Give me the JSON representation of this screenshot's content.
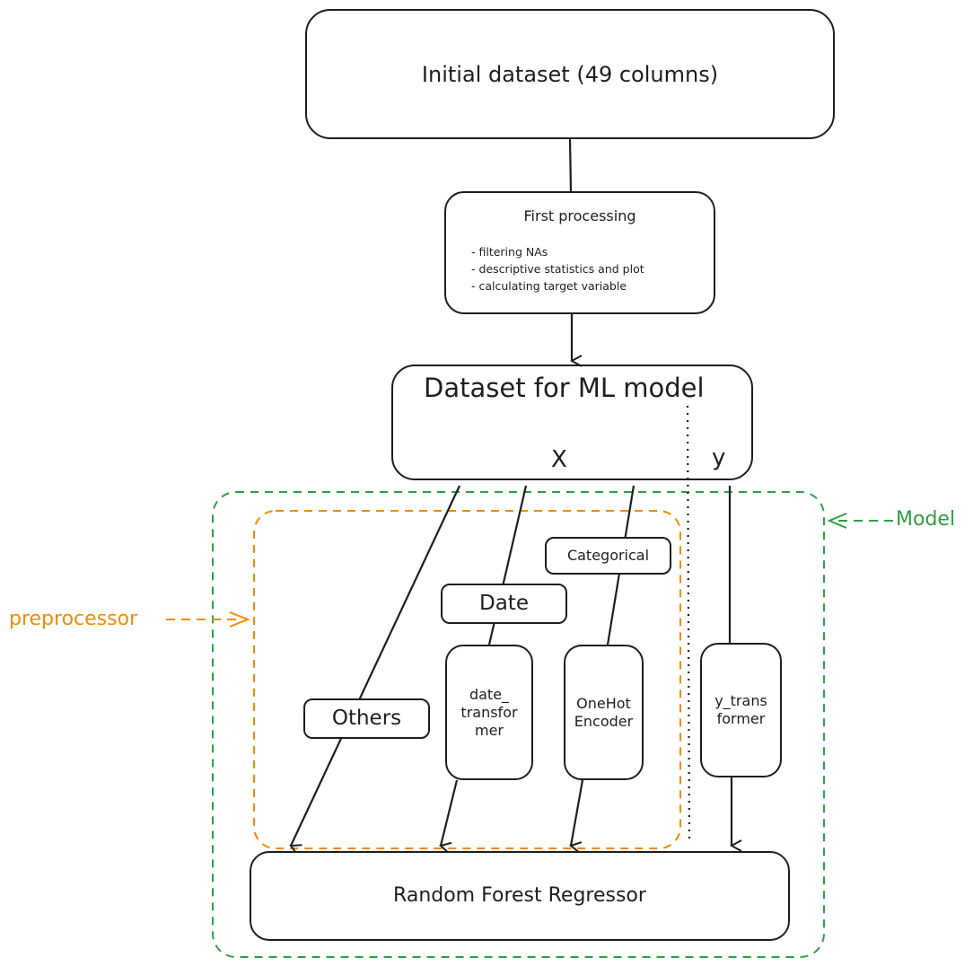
{
  "diagram": {
    "colors": {
      "stroke": "#1e1e1e",
      "model_group": "#2f9e44",
      "preprocessor_group": "#f08c00"
    },
    "nodes": {
      "initial_dataset": "Initial dataset (49 columns)",
      "first_processing": {
        "title": "First processing",
        "steps": [
          "- filtering NAs",
          "- descriptive statistics and plot",
          "- calculating target variable"
        ]
      },
      "dataset_ml": {
        "title": "Dataset for ML model",
        "x_label": "X",
        "y_label": "y"
      },
      "categorical": "Categorical",
      "date": "Date",
      "others": "Others",
      "date_transformer": [
        "date_",
        "transfor",
        "mer"
      ],
      "onehot_encoder": [
        "OneHot",
        "Encoder"
      ],
      "y_transformer": [
        "y_trans",
        "former"
      ],
      "random_forest": "Random Forest Regressor"
    },
    "groups": {
      "preprocessor": "preprocessor",
      "model": "Model"
    },
    "edges": [
      {
        "from": "Initial dataset (49 columns)",
        "to": "First processing"
      },
      {
        "from": "First processing",
        "to": "Dataset for ML model"
      },
      {
        "from": "Dataset for ML model (X)",
        "via": "Others",
        "to": "Random Forest Regressor"
      },
      {
        "from": "Dataset for ML model (X)",
        "via": "Date",
        "to": "date_transformer"
      },
      {
        "from": "date_transformer",
        "to": "Random Forest Regressor"
      },
      {
        "from": "Dataset for ML model (X)",
        "via": "Categorical",
        "to": "OneHot Encoder"
      },
      {
        "from": "OneHot Encoder",
        "to": "Random Forest Regressor"
      },
      {
        "from": "Dataset for ML model (y)",
        "to": "y_transformer"
      },
      {
        "from": "y_transformer",
        "to": "Random Forest Regressor"
      }
    ]
  }
}
